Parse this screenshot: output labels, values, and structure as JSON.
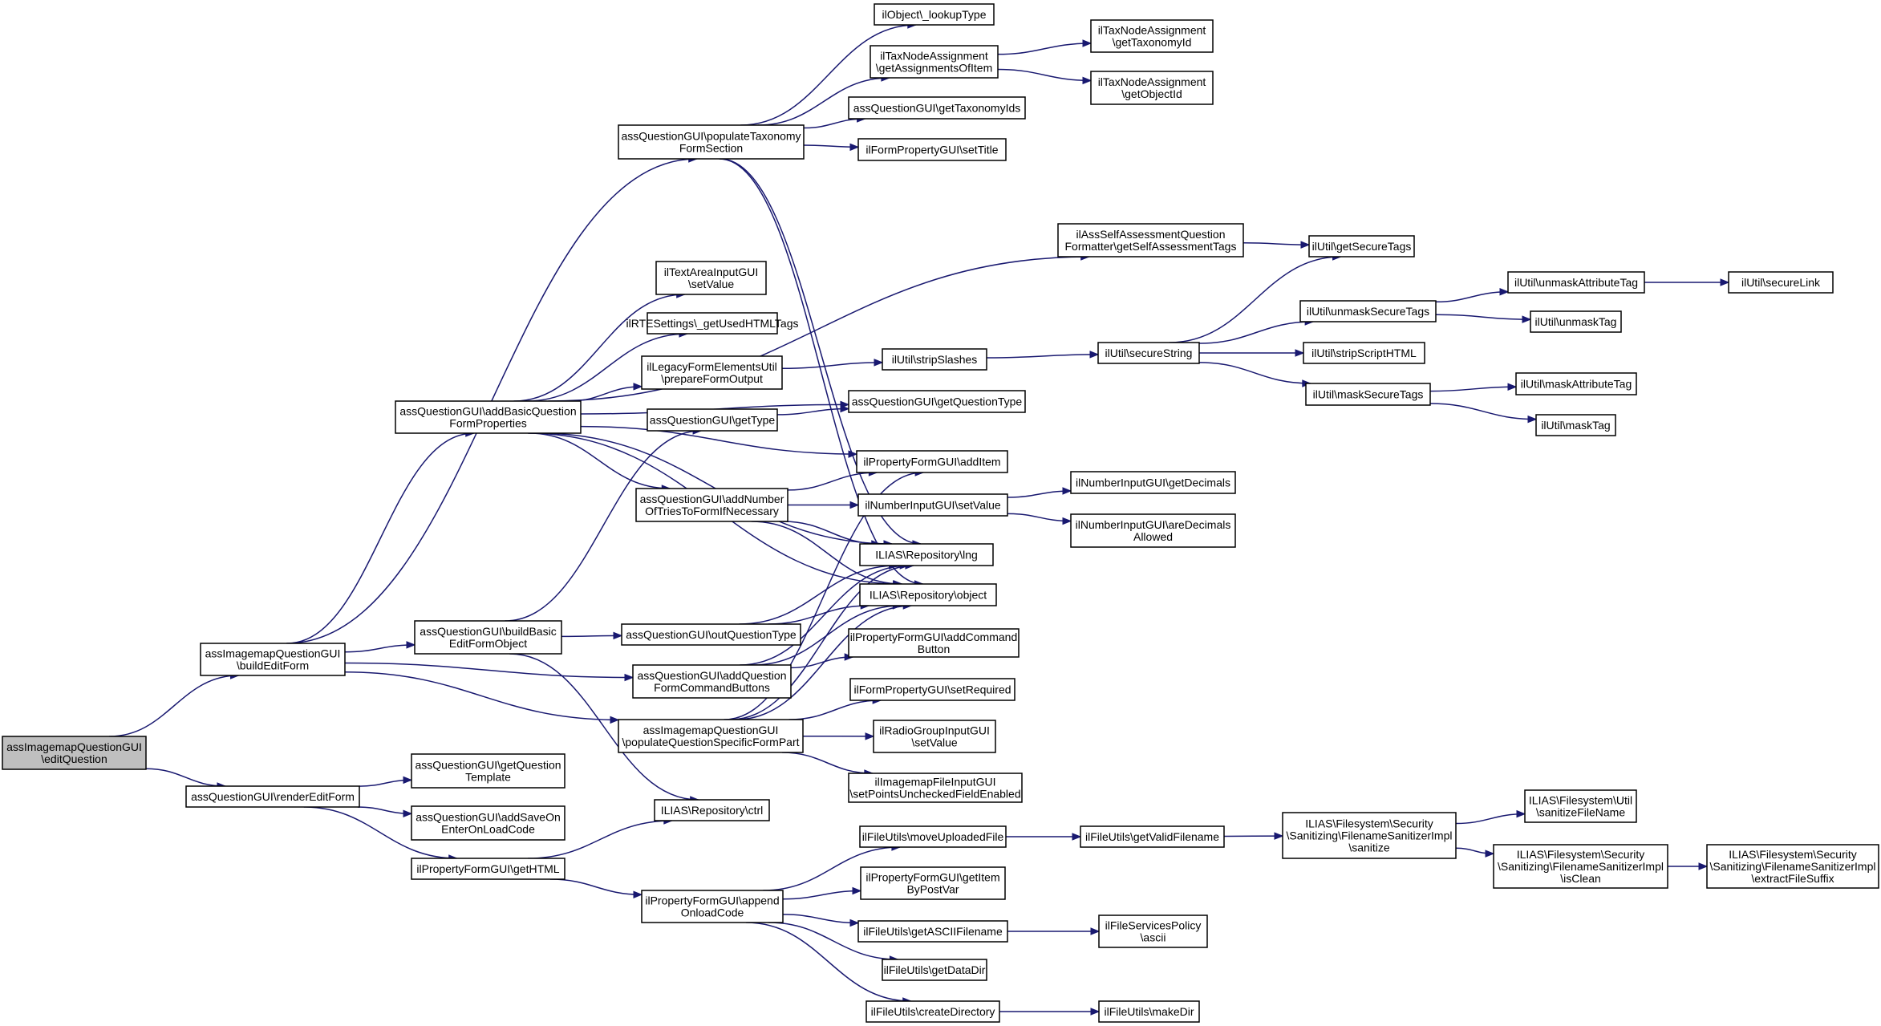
{
  "colors": {
    "edge": "#191970",
    "node_fill": "#ffffff",
    "root_fill": "#bfbfbf",
    "node_border": "#000000"
  },
  "nodes": {
    "editQuestion": {
      "lines": [
        "assImagemapQuestionGUI",
        "\\editQuestion"
      ],
      "root": true
    },
    "buildEditForm": {
      "lines": [
        "assImagemapQuestionGUI",
        "\\buildEditForm"
      ]
    },
    "renderEditForm": {
      "lines": [
        "assQuestionGUI\\renderEditForm"
      ]
    },
    "populateTaxonomy": {
      "lines": [
        "assQuestionGUI\\populateTaxonomy",
        "FormSection"
      ]
    },
    "addBasicQuestion": {
      "lines": [
        "assQuestionGUI\\addBasicQuestion",
        "FormProperties"
      ]
    },
    "buildBasicEdit": {
      "lines": [
        "assQuestionGUI\\buildBasic",
        "EditFormObject"
      ]
    },
    "populateQuestionSpecific": {
      "lines": [
        "assImagemapQuestionGUI",
        "\\populateQuestionSpecificFormPart"
      ]
    },
    "getQuestionTemplate": {
      "lines": [
        "assQuestionGUI\\getQuestion",
        "Template"
      ]
    },
    "addSaveOnEnter": {
      "lines": [
        "assQuestionGUI\\addSaveOn",
        "EnterOnLoadCode"
      ]
    },
    "getHTML": {
      "lines": [
        "ilPropertyFormGUI\\getHTML"
      ]
    },
    "lookupType": {
      "lines": [
        "ilObject\\_lookupType"
      ]
    },
    "getAssignmentsOfItem": {
      "lines": [
        "ilTaxNodeAssignment",
        "\\getAssignmentsOfItem"
      ]
    },
    "getTaxonomyId": {
      "lines": [
        "ilTaxNodeAssignment",
        "\\getTaxonomyId"
      ]
    },
    "getObjectId": {
      "lines": [
        "ilTaxNodeAssignment",
        "\\getObjectId"
      ]
    },
    "getTaxonomyIds": {
      "lines": [
        "assQuestionGUI\\getTaxonomyIds"
      ]
    },
    "setTitle": {
      "lines": [
        "ilFormPropertyGUI\\setTitle"
      ]
    },
    "getSelfAssessmentTags": {
      "lines": [
        "ilAssSelfAssessmentQuestion",
        "Formatter\\getSelfAssessmentTags"
      ]
    },
    "getSecureTags": {
      "lines": [
        "ilUtil\\getSecureTags"
      ]
    },
    "textAreaSetValue": {
      "lines": [
        "ilTextAreaInputGUI",
        "\\setValue"
      ]
    },
    "getUsedHTMLTags": {
      "lines": [
        "ilRTESettings\\_getUsedHTMLTags"
      ]
    },
    "prepareFormOutput": {
      "lines": [
        "ilLegacyFormElementsUtil",
        "\\prepareFormOutput"
      ]
    },
    "stripSlashes": {
      "lines": [
        "ilUtil\\stripSlashes"
      ]
    },
    "secureString": {
      "lines": [
        "ilUtil\\secureString"
      ]
    },
    "unmaskSecureTags": {
      "lines": [
        "ilUtil\\unmaskSecureTags"
      ]
    },
    "unmaskAttributeTag": {
      "lines": [
        "ilUtil\\unmaskAttributeTag"
      ]
    },
    "secureLink": {
      "lines": [
        "ilUtil\\secureLink"
      ]
    },
    "unmaskTag": {
      "lines": [
        "ilUtil\\unmaskTag"
      ]
    },
    "stripScriptHTML": {
      "lines": [
        "ilUtil\\stripScriptHTML"
      ]
    },
    "maskSecureTags": {
      "lines": [
        "ilUtil\\maskSecureTags"
      ]
    },
    "maskAttributeTag": {
      "lines": [
        "ilUtil\\maskAttributeTag"
      ]
    },
    "maskTag": {
      "lines": [
        "ilUtil\\maskTag"
      ]
    },
    "getQuestionType": {
      "lines": [
        "assQuestionGUI\\getQuestionType"
      ]
    },
    "getType": {
      "lines": [
        "assQuestionGUI\\getType"
      ]
    },
    "addItem": {
      "lines": [
        "ilPropertyFormGUI\\addItem"
      ]
    },
    "addNumberOfTries": {
      "lines": [
        "assQuestionGUI\\addNumber",
        "OfTriesToFormIfNecessary"
      ]
    },
    "numberSetValue": {
      "lines": [
        "ilNumberInputGUI\\setValue"
      ]
    },
    "getDecimals": {
      "lines": [
        "ilNumberInputGUI\\getDecimals"
      ]
    },
    "areDecimalsAllowed": {
      "lines": [
        "ilNumberInputGUI\\areDecimals",
        "Allowed"
      ]
    },
    "lng": {
      "lines": [
        "ILIAS\\Repository\\lng"
      ]
    },
    "object": {
      "lines": [
        "ILIAS\\Repository\\object"
      ]
    },
    "outQuestionType": {
      "lines": [
        "assQuestionGUI\\outQuestionType"
      ]
    },
    "addCommandButton": {
      "lines": [
        "ilPropertyFormGUI\\addCommand",
        "Button"
      ]
    },
    "addQuestionFormCommandButtons": {
      "lines": [
        "assQuestionGUI\\addQuestion",
        "FormCommandButtons"
      ]
    },
    "setRequired": {
      "lines": [
        "ilFormPropertyGUI\\setRequired"
      ]
    },
    "radioSetValue": {
      "lines": [
        "ilRadioGroupInputGUI",
        "\\setValue"
      ]
    },
    "setPointsUnchecked": {
      "lines": [
        "ilImagemapFileInputGUI",
        "\\setPointsUncheckedFieldEnabled"
      ]
    },
    "ctrl": {
      "lines": [
        "ILIAS\\Repository\\ctrl"
      ]
    },
    "moveUploadedFile": {
      "lines": [
        "ilFileUtils\\moveUploadedFile"
      ]
    },
    "getValidFilename": {
      "lines": [
        "ilFileUtils\\getValidFilename"
      ]
    },
    "sanitize": {
      "lines": [
        "ILIAS\\Filesystem\\Security",
        "\\Sanitizing\\FilenameSanitizerImpl",
        "\\sanitize"
      ]
    },
    "sanitizeFileName": {
      "lines": [
        "ILIAS\\Filesystem\\Util",
        "\\sanitizeFileName"
      ]
    },
    "isClean": {
      "lines": [
        "ILIAS\\Filesystem\\Security",
        "\\Sanitizing\\FilenameSanitizerImpl",
        "\\isClean"
      ]
    },
    "extractFileSuffix": {
      "lines": [
        "ILIAS\\Filesystem\\Security",
        "\\Sanitizing\\FilenameSanitizerImpl",
        "\\extractFileSuffix"
      ]
    },
    "appendOnloadCode": {
      "lines": [
        "ilPropertyFormGUI\\append",
        "OnloadCode"
      ]
    },
    "getItemByPostVar": {
      "lines": [
        "ilPropertyFormGUI\\getItem",
        "ByPostVar"
      ]
    },
    "getASCIIFilename": {
      "lines": [
        "ilFileUtils\\getASCIIFilename"
      ]
    },
    "ascii": {
      "lines": [
        "ilFileServicesPolicy",
        "\\ascii"
      ]
    },
    "getDataDir": {
      "lines": [
        "ilFileUtils\\getDataDir"
      ]
    },
    "createDirectory": {
      "lines": [
        "ilFileUtils\\createDirectory"
      ]
    },
    "makeDir": {
      "lines": [
        "ilFileUtils\\makeDir"
      ]
    }
  },
  "edges": [
    [
      "editQuestion",
      "buildEditForm"
    ],
    [
      "editQuestion",
      "renderEditForm"
    ],
    [
      "buildEditForm",
      "populateTaxonomy"
    ],
    [
      "buildEditForm",
      "addBasicQuestion"
    ],
    [
      "buildEditForm",
      "buildBasicEdit"
    ],
    [
      "buildEditForm",
      "populateQuestionSpecific"
    ],
    [
      "renderEditForm",
      "getQuestionTemplate"
    ],
    [
      "renderEditForm",
      "addSaveOnEnter"
    ],
    [
      "renderEditForm",
      "getHTML"
    ],
    [
      "populateTaxonomy",
      "lookupType"
    ],
    [
      "populateTaxonomy",
      "getAssignmentsOfItem"
    ],
    [
      "populateTaxonomy",
      "getTaxonomyIds"
    ],
    [
      "populateTaxonomy",
      "setTitle"
    ],
    [
      "populateTaxonomy",
      "lng"
    ],
    [
      "populateTaxonomy",
      "object"
    ],
    [
      "getAssignmentsOfItem",
      "getTaxonomyId"
    ],
    [
      "getAssignmentsOfItem",
      "getObjectId"
    ],
    [
      "addBasicQuestion",
      "getSelfAssessmentTags"
    ],
    [
      "addBasicQuestion",
      "textAreaSetValue"
    ],
    [
      "addBasicQuestion",
      "getUsedHTMLTags"
    ],
    [
      "addBasicQuestion",
      "prepareFormOutput"
    ],
    [
      "addBasicQuestion",
      "getQuestionType"
    ],
    [
      "addBasicQuestion",
      "addItem"
    ],
    [
      "addBasicQuestion",
      "addNumberOfTries"
    ],
    [
      "addBasicQuestion",
      "lng"
    ],
    [
      "addBasicQuestion",
      "object"
    ],
    [
      "getSelfAssessmentTags",
      "getSecureTags"
    ],
    [
      "prepareFormOutput",
      "stripSlashes"
    ],
    [
      "stripSlashes",
      "secureString"
    ],
    [
      "secureString",
      "getSecureTags"
    ],
    [
      "secureString",
      "unmaskSecureTags"
    ],
    [
      "secureString",
      "stripScriptHTML"
    ],
    [
      "secureString",
      "maskSecureTags"
    ],
    [
      "unmaskSecureTags",
      "unmaskAttributeTag"
    ],
    [
      "unmaskSecureTags",
      "unmaskTag"
    ],
    [
      "unmaskAttributeTag",
      "secureLink"
    ],
    [
      "maskSecureTags",
      "maskAttributeTag"
    ],
    [
      "maskSecureTags",
      "maskTag"
    ],
    [
      "getType",
      "getQuestionType"
    ],
    [
      "addNumberOfTries",
      "addItem"
    ],
    [
      "addNumberOfTries",
      "numberSetValue"
    ],
    [
      "addNumberOfTries",
      "lng"
    ],
    [
      "addNumberOfTries",
      "object"
    ],
    [
      "numberSetValue",
      "getDecimals"
    ],
    [
      "numberSetValue",
      "areDecimalsAllowed"
    ],
    [
      "buildBasicEdit",
      "getType"
    ],
    [
      "buildBasicEdit",
      "outQuestionType"
    ],
    [
      "buildBasicEdit",
      "ctrl"
    ],
    [
      "outQuestionType",
      "lng"
    ],
    [
      "outQuestionType",
      "object"
    ],
    [
      "addQuestionFormCommandButtons",
      "addCommandButton"
    ],
    [
      "addQuestionFormCommandButtons",
      "lng"
    ],
    [
      "addQuestionFormCommandButtons",
      "object"
    ],
    [
      "populateQuestionSpecific",
      "addItem"
    ],
    [
      "populateQuestionSpecific",
      "lng"
    ],
    [
      "populateQuestionSpecific",
      "object"
    ],
    [
      "populateQuestionSpecific",
      "setRequired"
    ],
    [
      "populateQuestionSpecific",
      "radioSetValue"
    ],
    [
      "populateQuestionSpecific",
      "setPointsUnchecked"
    ],
    [
      "buildEditForm",
      "addQuestionFormCommandButtons"
    ],
    [
      "getHTML",
      "ctrl"
    ],
    [
      "getHTML",
      "appendOnloadCode"
    ],
    [
      "appendOnloadCode",
      "moveUploadedFile"
    ],
    [
      "appendOnloadCode",
      "getItemByPostVar"
    ],
    [
      "appendOnloadCode",
      "getASCIIFilename"
    ],
    [
      "appendOnloadCode",
      "getDataDir"
    ],
    [
      "appendOnloadCode",
      "createDirectory"
    ],
    [
      "moveUploadedFile",
      "getValidFilename"
    ],
    [
      "getValidFilename",
      "sanitize"
    ],
    [
      "sanitize",
      "sanitizeFileName"
    ],
    [
      "sanitize",
      "isClean"
    ],
    [
      "isClean",
      "extractFileSuffix"
    ],
    [
      "getASCIIFilename",
      "ascii"
    ],
    [
      "createDirectory",
      "makeDir"
    ]
  ]
}
